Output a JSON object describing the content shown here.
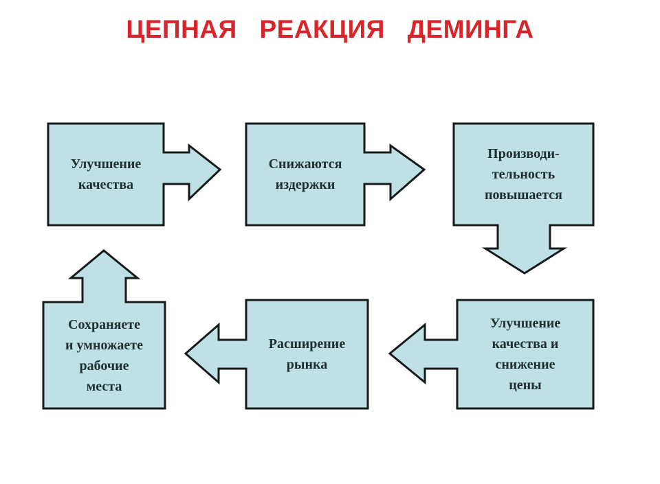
{
  "title": "ЦЕПНАЯ РЕАКЦИЯ ДЕМИНГА",
  "colors": {
    "fill": "#bfe0e4",
    "stroke": "#151a1a",
    "title": "#d7262b"
  },
  "steps": [
    {
      "label": "Улучшение\nкачества",
      "arrow": "right"
    },
    {
      "label": "Снижаются\nиздержки",
      "arrow": "right"
    },
    {
      "label": "Производи-\nтельность\nповышается",
      "arrow": "down"
    },
    {
      "label": "Улучшение\nкачества и\nснижение\nцены",
      "arrow": "left"
    },
    {
      "label": "Расширение\nрынка",
      "arrow": "left"
    },
    {
      "label": "Сохраняете\nи умножаете\nрабочие\nместа",
      "arrow": "up"
    }
  ]
}
